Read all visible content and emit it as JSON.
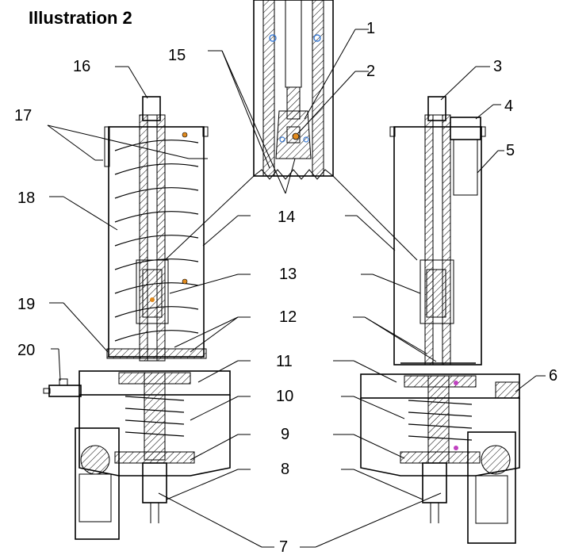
{
  "title": "Illustration 2",
  "labels": {
    "l1": "1",
    "l2": "2",
    "l3": "3",
    "l4": "4",
    "l5": "5",
    "l6": "6",
    "l7": "7",
    "l8": "8",
    "l9": "9",
    "l10": "10",
    "l11": "11",
    "l12": "12",
    "l13": "13",
    "l14": "14",
    "l15": "15",
    "l16": "16",
    "l17": "17",
    "l18": "18",
    "l19": "19",
    "l20": "20"
  },
  "colors": {
    "line": "#000000",
    "accent_blue": "#3a7bd5",
    "accent_orange": "#e08a1e",
    "accent_magenta": "#c040c0"
  }
}
